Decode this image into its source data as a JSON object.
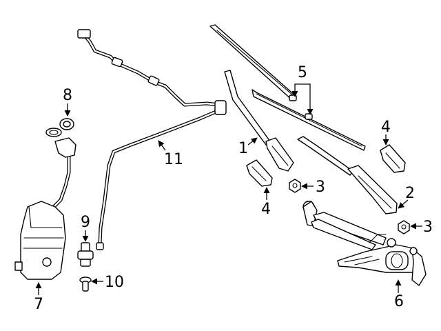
{
  "diagram": {
    "callouts": [
      {
        "id": "c1",
        "label": "1"
      },
      {
        "id": "c2",
        "label": "2"
      },
      {
        "id": "c3a",
        "label": "3"
      },
      {
        "id": "c3b",
        "label": "3"
      },
      {
        "id": "c4a",
        "label": "4"
      },
      {
        "id": "c4b",
        "label": "4"
      },
      {
        "id": "c5",
        "label": "5"
      },
      {
        "id": "c6",
        "label": "6"
      },
      {
        "id": "c7",
        "label": "7"
      },
      {
        "id": "c8",
        "label": "8"
      },
      {
        "id": "c9",
        "label": "9"
      },
      {
        "id": "c10",
        "label": "10"
      },
      {
        "id": "c11",
        "label": "11"
      }
    ]
  }
}
